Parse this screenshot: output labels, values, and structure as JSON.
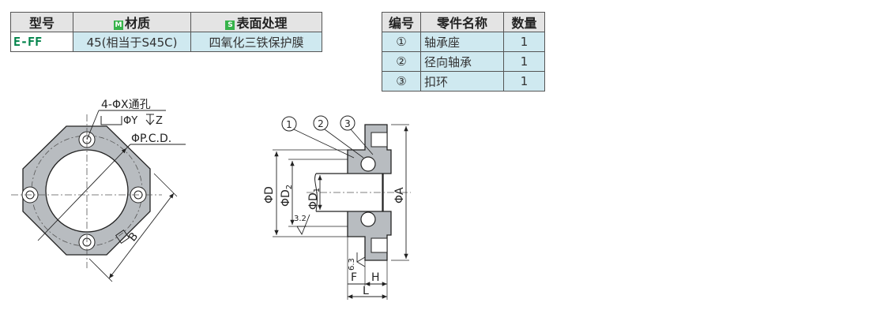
{
  "spec_table": {
    "headers": {
      "model": "型号",
      "material_badge": "M",
      "material": "材质",
      "surface_badge": "S",
      "surface": "表面处理"
    },
    "row": {
      "model": "E-FF",
      "material": "45(相当于S45C)",
      "surface": "四氧化三铁保护膜"
    }
  },
  "parts_table": {
    "headers": {
      "no": "编号",
      "name": "零件名称",
      "qty": "数量"
    },
    "rows": [
      {
        "no": "①",
        "name": "轴承座",
        "qty": "1"
      },
      {
        "no": "②",
        "name": "径向轴承",
        "qty": "1"
      },
      {
        "no": "③",
        "name": "扣环",
        "qty": "1"
      }
    ]
  },
  "front_view": {
    "hole_label": "4-ΦX通孔",
    "counterbore_label": "ΦY",
    "depth_label": "Z",
    "pcd_label": "ΦP.C.D.",
    "square_label": "B"
  },
  "side_view": {
    "callouts": [
      "1",
      "2",
      "3"
    ],
    "dim_D": "ΦD",
    "dim_D2": "ΦD",
    "dim_D2_sub": "2",
    "dim_D1": "ΦD",
    "dim_D1_sub": "1",
    "dim_A": "ΦA",
    "roughness_1": "3.2",
    "roughness_2": "6.3",
    "dim_F": "F",
    "dim_H": "H",
    "dim_L": "L"
  },
  "colors": {
    "part_fill": "#b8bcc0",
    "table_cell": "#cfe9f0",
    "header": "#e4e4e4",
    "model_text": "#00834a",
    "badge": "#36b34a"
  }
}
